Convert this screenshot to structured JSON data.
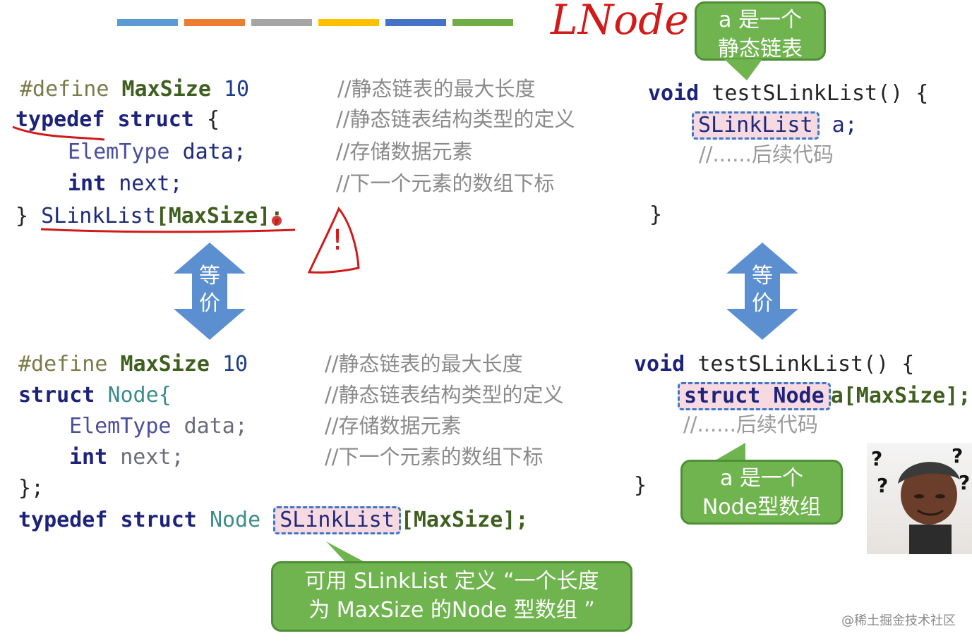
{
  "top_bars": [
    "#5b9bd5",
    "#ed7d31",
    "#a5a5a5",
    "#ffc000",
    "#4472c4",
    "#70ad47"
  ],
  "handwriting_top": "LNode *",
  "warning_symbol": "!",
  "block1": {
    "line1": {
      "define": "#define",
      "name": "MaxSize",
      "value": "10",
      "comment": "//静态链表的最大长度"
    },
    "line2": {
      "typedef": "typedef",
      "struct": "struct",
      "brace": "{",
      "comment": "//静态链表结构类型的定义"
    },
    "line3": {
      "type": "ElemType",
      "field": "data;",
      "comment": "//存储数据元素"
    },
    "line4": {
      "type": "int",
      "field": "next;",
      "comment": "//下一个元素的数组下标"
    },
    "line5": {
      "close": "}",
      "name": "SLinkList",
      "dim": "[MaxSize];"
    }
  },
  "block2": {
    "line1": {
      "define": "#define",
      "name": "MaxSize",
      "value": "10",
      "comment": "//静态链表的最大长度"
    },
    "line2": {
      "struct": "struct",
      "name": "Node{",
      "comment": "//静态链表结构类型的定义"
    },
    "line3": {
      "type": "ElemType",
      "field": "data;",
      "comment": "//存储数据元素"
    },
    "line4": {
      "type": "int",
      "field": "next;",
      "comment": "//下一个元素的数组下标"
    },
    "line5": {
      "close": "};"
    },
    "line6": {
      "typedef": "typedef",
      "struct": "struct",
      "node": "Node",
      "name": "SLinkList",
      "dim": "[MaxSize];"
    }
  },
  "func1": {
    "sig": {
      "void": "void",
      "name": "testSLinkList() {"
    },
    "decl": {
      "type": "SLinkList",
      "var": "a;"
    },
    "comment": "//......后续代码",
    "close": "}"
  },
  "func2": {
    "sig": {
      "void": "void",
      "name": "testSLinkList() {"
    },
    "decl": {
      "type": "struct Node",
      "var": "a[MaxSize];"
    },
    "comment": "//......后续代码",
    "close": "}"
  },
  "equiv_label": [
    "等",
    "价"
  ],
  "callouts": {
    "top_right": [
      "a 是一个",
      "静态链表"
    ],
    "mid_right": [
      "a 是一个",
      "Node型数组"
    ],
    "bottom": [
      "可用 SLinkList 定义 “一个长度",
      "为 MaxSize 的Node 型数组 ”"
    ]
  },
  "reaction_marks": [
    "?",
    "?",
    "?",
    "?"
  ],
  "watermark": "@稀土掘金技术社区",
  "colors": {
    "callout_green": "#6fb44e",
    "arrow_blue": "#5b8fd0",
    "handwriting_red": "#d11a1a",
    "highlight_pink": "#f7d9e2",
    "highlight_border": "#3a78c8"
  }
}
